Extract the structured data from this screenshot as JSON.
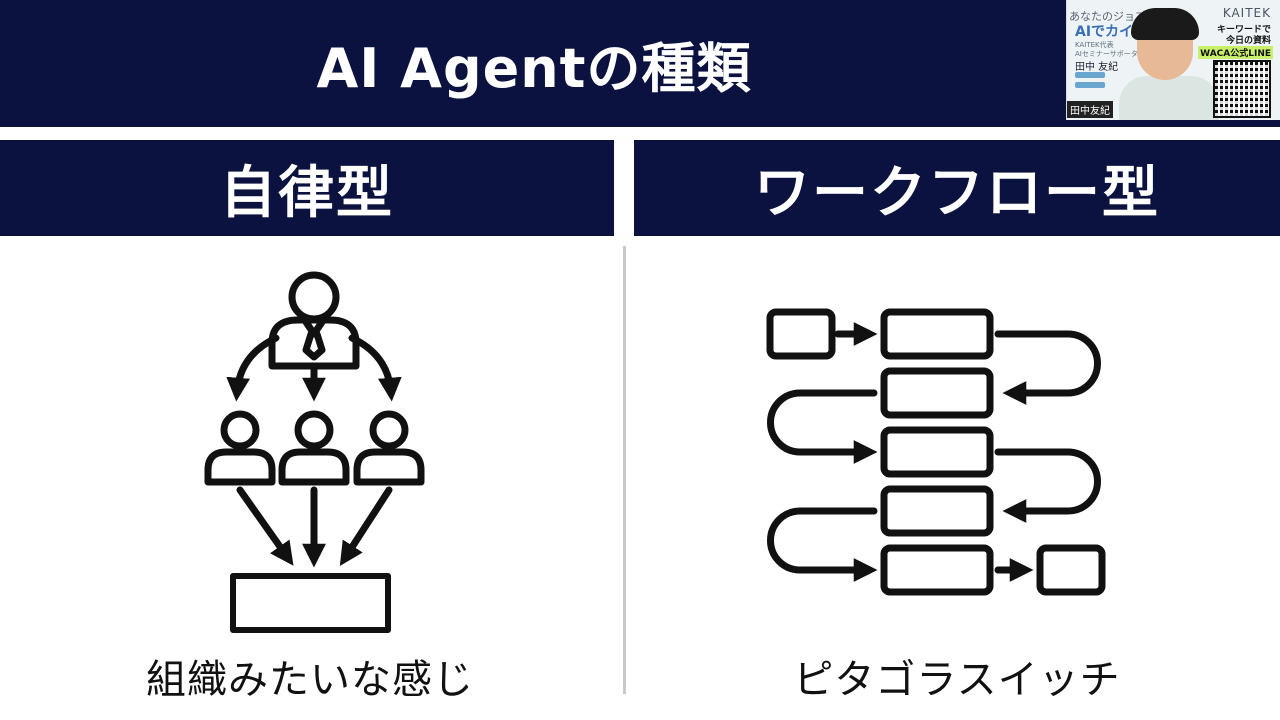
{
  "title": "AI Agentの種類",
  "left": {
    "heading": "自律型",
    "caption": "組織みたいな感じ"
  },
  "right": {
    "heading": "ワークフロー型",
    "caption": "ピタゴラスイッチ"
  },
  "webcam": {
    "channel_text": "あなたのジョブ",
    "ai_text": "AIでカイテ",
    "small_line1": "KAITEK代表",
    "small_line2": "AIセミナーサポーター",
    "name_large": "田中 友紀",
    "brand": "KAITEK",
    "keyword_line1": "キーワードで",
    "keyword_line2": "今日の資料",
    "line_label": "WACA公式LINE",
    "name_tag": "田中友紀"
  },
  "colors": {
    "navy": "#0b1240",
    "stroke": "#111111"
  }
}
